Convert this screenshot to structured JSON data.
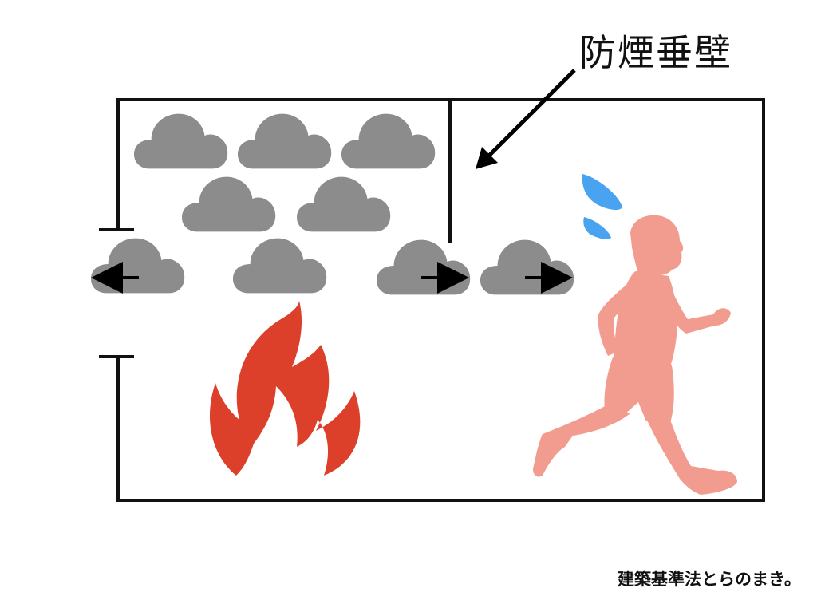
{
  "diagram": {
    "label": "防煙垂壁",
    "credit": "建築基準法とらのまき。",
    "elements": {
      "room": "room-outline",
      "smoke_wall": "smoke-barrier-wall",
      "smoke": "smoke-cloud",
      "fire": "fire-flame",
      "person": "running-person",
      "sweat": "sweat-drop",
      "arrow": "pointer-arrow"
    },
    "colors": {
      "wall": "#111111",
      "smoke": "#8c8c8c",
      "fire": "#dc3f2a",
      "person": "#f29c90",
      "sweat": "#4aa3f0",
      "arrow": "#000000"
    }
  }
}
